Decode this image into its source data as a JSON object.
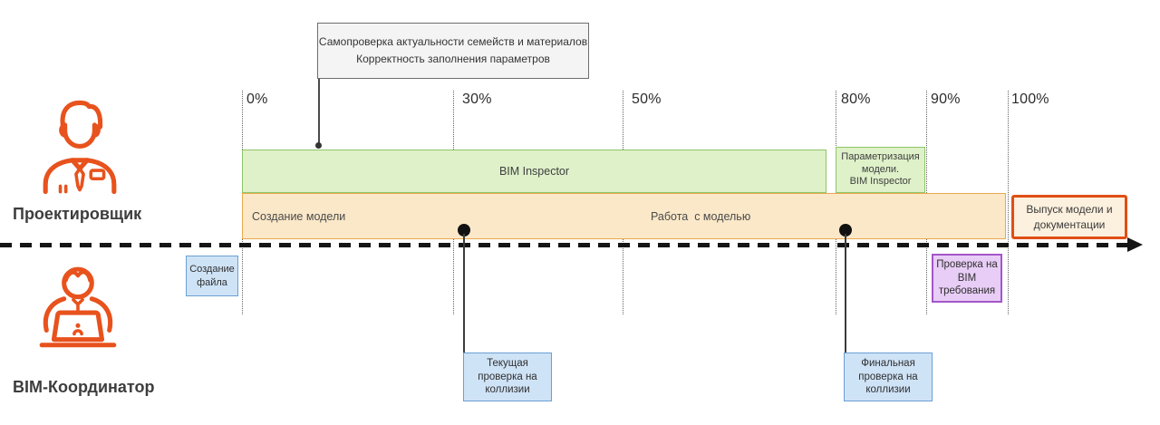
{
  "annotation": {
    "line1": "Самопроверка актуальности семейств и материалов",
    "line2": "Корректность заполнения параметров"
  },
  "timeline": {
    "ticks": [
      {
        "label": "0%"
      },
      {
        "label": "30%"
      },
      {
        "label": "50%"
      },
      {
        "label": "80%"
      },
      {
        "label": "90%"
      },
      {
        "label": "100%"
      }
    ]
  },
  "roles": {
    "designer": {
      "label": "Проектировщик"
    },
    "coordinator": {
      "label": "BIM-Координатор"
    }
  },
  "bars": {
    "bim_inspector": {
      "label": "BIM Inspector"
    },
    "parametrization": {
      "line1": "Параметризация модели.",
      "line2": "BIM Inspector"
    },
    "model_bar": {
      "left_label": "Создание модели",
      "mid_label": "Работа  с моделью"
    },
    "release": {
      "label": "Выпуск модели и документации"
    }
  },
  "events": {
    "file_creation": {
      "label": "Создание файла"
    },
    "current_clash_check": {
      "label": "Текущая проверка на коллизии"
    },
    "final_clash_check": {
      "label": "Финальная проверка на коллизии"
    },
    "bim_requirements_check": {
      "label": "Проверка на BIM требования"
    }
  },
  "colors": {
    "accent_orange": "#e8521d",
    "green_fill": "#def1c9",
    "green_border": "#8fc468",
    "orange_fill": "#fbe8c8",
    "orange_border": "#e9a94f",
    "blue_fill": "#cfe3f7",
    "blue_border": "#6b9fd4",
    "purple_fill": "#e8cdf6",
    "purple_border": "#a455c9",
    "release_border": "#e04e14",
    "note_fill": "#f4f4f4",
    "axis_color": "#151515"
  }
}
